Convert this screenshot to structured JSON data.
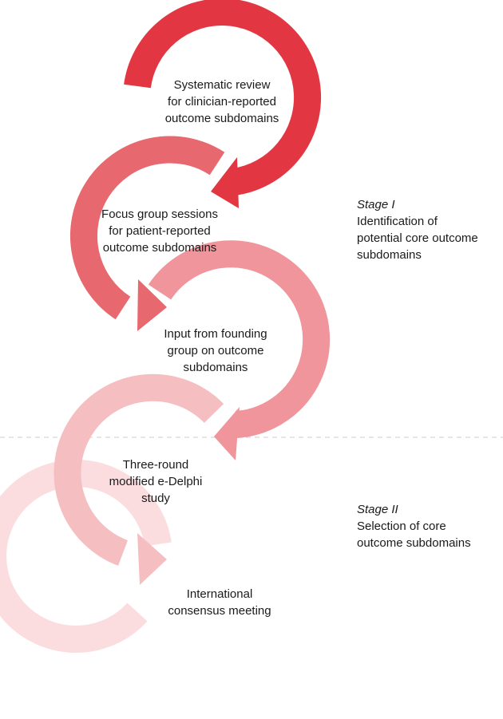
{
  "steps": [
    {
      "text": "Systematic review\nfor clinician-reported\noutcome subdomains",
      "color": "#e23743"
    },
    {
      "text": "Focus group sessions\nfor patient-reported\noutcome subdomains",
      "color": "#e8686f"
    },
    {
      "text": "Input from founding\ngroup on outcome\nsubdomains",
      "color": "#ef959b"
    },
    {
      "text": "Three-round\nmodified e-Delphi\nstudy",
      "color": "#f5bfc2"
    },
    {
      "text": "International\nconsensus meeting",
      "color": "#fbdde0"
    }
  ],
  "stages": [
    {
      "title": "Stage I",
      "description": "Identification of\npotential core outcome\nsubdomains"
    },
    {
      "title": "Stage II",
      "description": "Selection of core\noutcome subdomains"
    }
  ],
  "divider_color": "#cccccc"
}
